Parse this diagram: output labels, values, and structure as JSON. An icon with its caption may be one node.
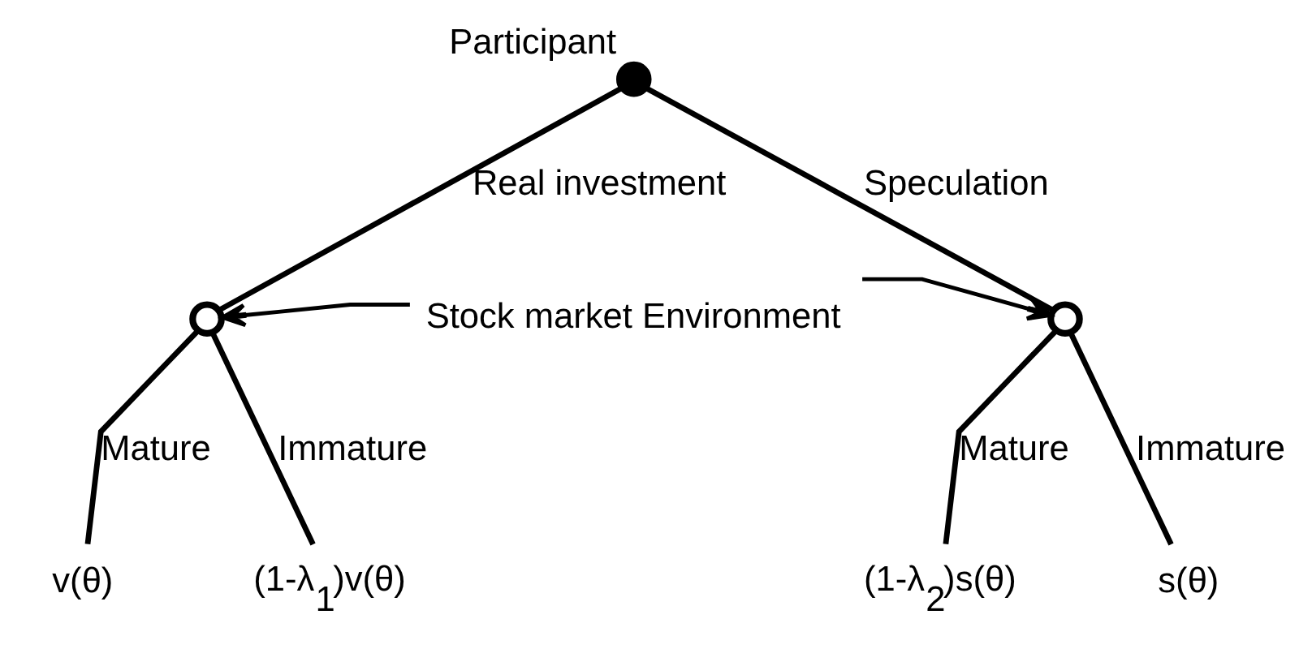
{
  "diagram": {
    "nodes": [
      {
        "text": [],
        "shape": "circle",
        "beside": [
          "Participant"
        ]
      },
      {
        "text": [],
        "shape": "circle"
      },
      {
        "text": [],
        "shape": "circle"
      },
      {
        "text": [
          "v(θ)"
        ]
      },
      {
        "text": [
          "(1-λ$_{1}$)v(θ)"
        ]
      },
      {
        "text": [
          "(1-λ$_{2}$)s(θ)"
        ]
      },
      {
        "text": [
          "s(θ)"
        ]
      },
      {
        "text": [
          "Stock market Environment"
        ]
      }
    ],
    "edges": [
      {
        "from": 0,
        "to": 1,
        "arrow": "none",
        "label": "Real investment"
      },
      {
        "from": 0,
        "to": 2,
        "arrow": "none",
        "label": "Speculation"
      },
      {
        "from": 1,
        "to": 3,
        "arrow": "none",
        "label": "Mature"
      },
      {
        "from": 1,
        "to": 4,
        "arrow": "none",
        "label": "Immature"
      },
      {
        "from": 2,
        "to": 5,
        "arrow": "none",
        "label": "Mature"
      },
      {
        "from": 2,
        "to": 6,
        "arrow": "none",
        "label": "Immature"
      },
      {
        "from": 7,
        "to": 1,
        "arrow": "to"
      },
      {
        "from": 7,
        "to": 2,
        "arrow": "to"
      }
    ]
  }
}
